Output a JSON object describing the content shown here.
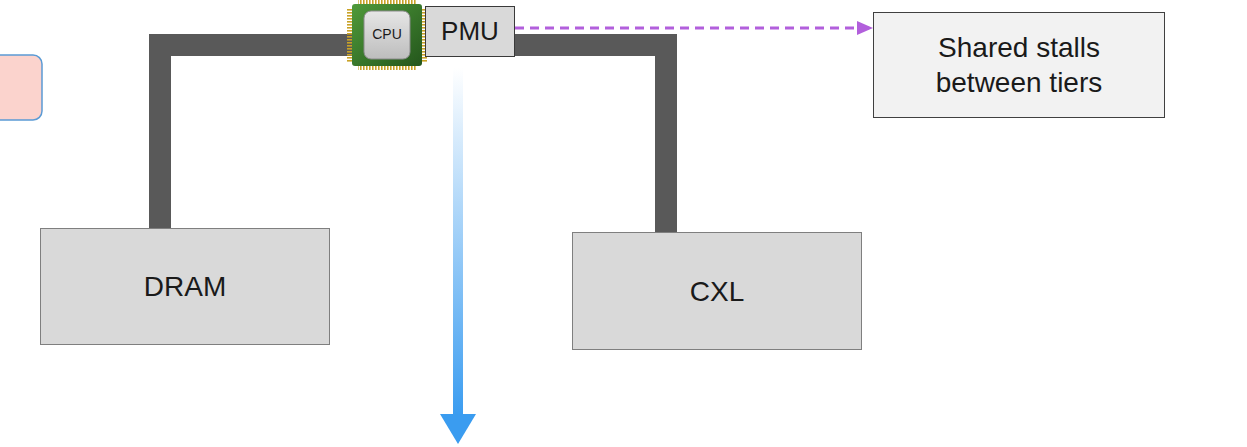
{
  "diagram": {
    "nodes": [
      {
        "text": [
          "CPU"
        ]
      },
      {
        "text": [
          "PMU"
        ]
      },
      {
        "text": [
          "DRAM"
        ]
      },
      {
        "text": [
          "CXL"
        ]
      },
      {
        "text": [
          "Shared stalls between tiers"
        ]
      }
    ],
    "edges": [
      {
        "from": 2,
        "to": 0,
        "arrow": "none"
      },
      {
        "from": 1,
        "to": 3,
        "arrow": "none"
      },
      {
        "from": 1,
        "to": 4,
        "arrow": "to"
      }
    ]
  }
}
